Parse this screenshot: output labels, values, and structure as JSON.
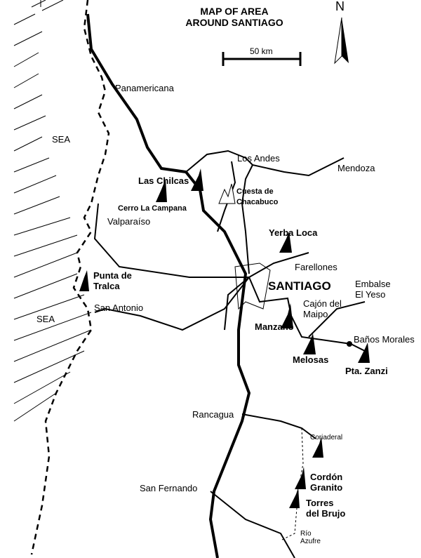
{
  "title": {
    "line1": "MAP OF AREA",
    "line2": "AROUND SANTIAGO"
  },
  "scale": {
    "label": "50 km"
  },
  "north": {
    "label": "N"
  },
  "places": {
    "panamericana": "Panamericana",
    "sea_north": "SEA",
    "sea_south": "SEA",
    "los_andes": "Los Andes",
    "mendoza": "Mendoza",
    "valparaiso": "Valparaíso",
    "farellones": "Farellones",
    "santiago": "SANTIAGO",
    "san_antonio": "San Antonio",
    "embalse1": "Embalse",
    "embalse2": "El Yeso",
    "cajon1": "Cajón del",
    "cajon2": "Maipo",
    "banos": "Baños Morales",
    "rancagua": "Rancagua",
    "coriaderal": "Coriaderal",
    "san_fernando": "San Fernando",
    "rio1": "Río",
    "rio2": "Azufre"
  },
  "climbing_areas": {
    "las_chilcas": "Las Chilcas",
    "cerro_campana": "Cerro La Campana",
    "cuesta1": "Cuesta de",
    "cuesta2": "Chacabuco",
    "yerba_loca": "Yerba Loca",
    "punta1": "Punta de",
    "punta2": "Tralca",
    "manzano": "Manzano",
    "melosas": "Melosas",
    "pta_zanzi": "Pta. Zanzi",
    "cordon1": "Cordón",
    "cordon2": "Granito",
    "torres1": "Torres",
    "torres2": "del Brujo"
  }
}
